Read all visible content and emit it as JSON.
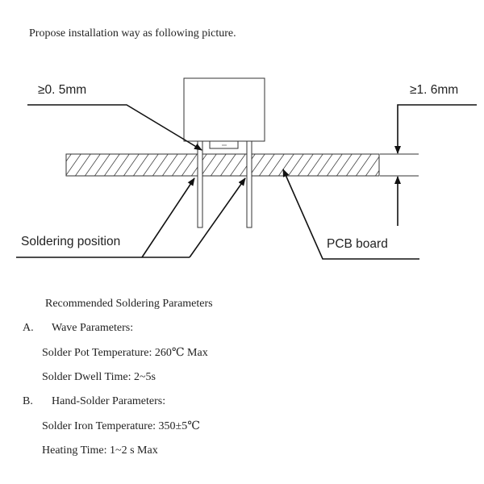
{
  "intro": "Propose installation way as following picture.",
  "diagram": {
    "gap_label": "≥0. 5mm",
    "thickness_label": "≥1. 6mm",
    "soldering_label": "Soldering position",
    "pcb_label": "PCB board"
  },
  "params": {
    "title": "Recommended Soldering Parameters",
    "sections": [
      {
        "letter": "A.",
        "heading": "Wave Parameters:",
        "lines": [
          "Solder Pot Temperature: 260℃  Max",
          "Solder Dwell Time: 2~5s"
        ]
      },
      {
        "letter": "B.",
        "heading": "Hand-Solder Parameters:",
        "lines": [
          "Solder Iron Temperature: 350±5℃",
          "Heating Time: 1~2 s Max"
        ]
      }
    ]
  }
}
